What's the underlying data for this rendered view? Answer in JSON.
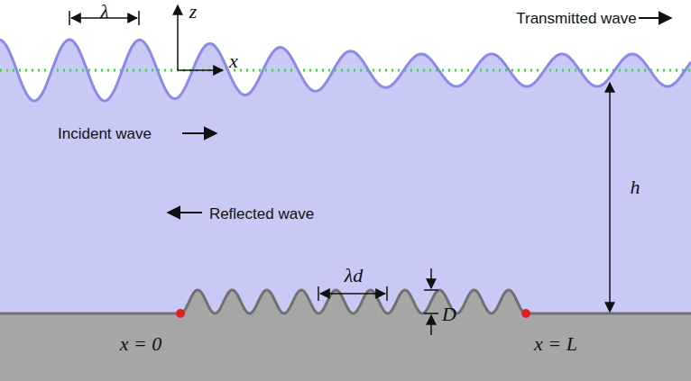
{
  "diagram": {
    "labels": [
      "λ",
      "z",
      "x",
      "Transmitted wave",
      "Incident wave",
      "Reflected wave",
      "h",
      "λd",
      "D",
      "x = 0",
      "x = L"
    ]
  }
}
